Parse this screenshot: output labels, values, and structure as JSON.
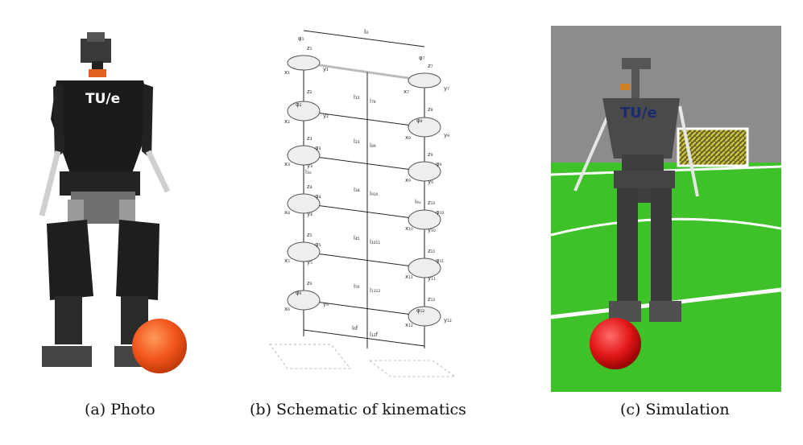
{
  "figure": {
    "panels": [
      {
        "id": "a",
        "caption": "(a) Photo",
        "logo_text": "TU/e"
      },
      {
        "id": "b",
        "caption": "(b) Schematic of kinematics"
      },
      {
        "id": "c",
        "caption": "(c) Simulation",
        "logo_text": "TU/e"
      }
    ],
    "schematic": {
      "top_label": "l₀",
      "frames_left": [
        "x₁",
        "y₁",
        "z₁",
        "φ₁",
        "z₂",
        "x₂",
        "y₂",
        "φ₂",
        "z₃",
        "x₃",
        "y₃",
        "φ₃",
        "z₄",
        "x₄",
        "y₄",
        "φ₄",
        "z₅",
        "x₅",
        "y₅",
        "φ₅",
        "z₆",
        "x₆",
        "y₆",
        "φ₆"
      ],
      "frames_right": [
        "x₇",
        "y₇",
        "z₇",
        "φ₇",
        "z₈",
        "x₈",
        "y₈",
        "φ₈",
        "z₉",
        "x₉",
        "y₉",
        "φ₉",
        "z₁₀",
        "x₁₀",
        "y₁₀",
        "φ₁₀",
        "z₁₁",
        "x₁₁",
        "y₁₁",
        "φ₁₁",
        "z₁₂",
        "x₁₂",
        "y₁₂",
        "φ₁₂"
      ],
      "link_labels_left": [
        "l₁₂",
        "l₂₃",
        "l₃₄",
        "l₄₅",
        "l₅₆",
        "l₆f"
      ],
      "link_labels_right": [
        "l₇₈",
        "l₈₉",
        "l₉₁₀",
        "l₁₀₁₁",
        "l₁₁₁₂",
        "l₁₂f"
      ],
      "offset_labels": [
        "l₃ₓ",
        "l₉ₓ"
      ]
    }
  }
}
